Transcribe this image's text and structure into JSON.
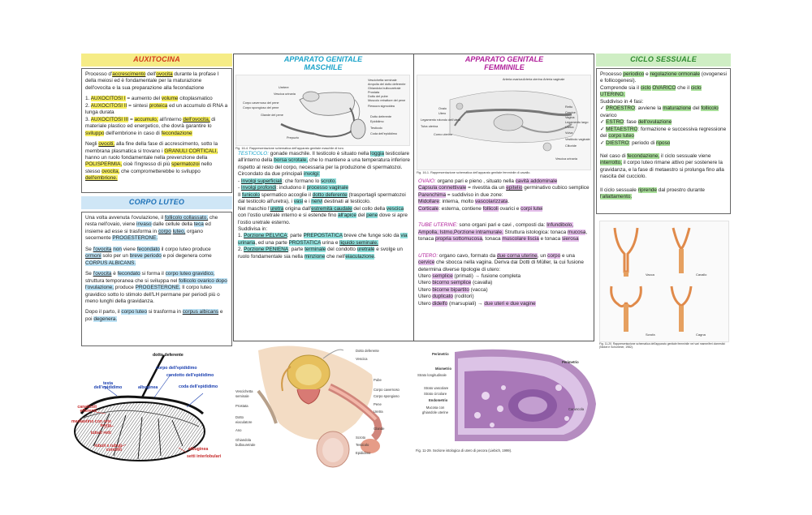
{
  "auxitocina": {
    "title": "AUXITOCINA",
    "p1": [
      [
        "Processo d'",
        ""
      ],
      [
        "accrescimento",
        "y u"
      ],
      [
        " dell'",
        ""
      ],
      [
        "ovocita",
        "y u"
      ],
      [
        " durante la profase I della meiosi ed è fondamentale per la maturazione dell'ovocita e la sua preparazione alla fecondazione",
        ""
      ]
    ],
    "list": [
      [
        [
          "1. ",
          ""
        ],
        [
          "AUXOCITOSI I",
          "y"
        ],
        [
          " = aumento del ",
          ""
        ],
        [
          "volume",
          "y"
        ],
        [
          " citoplasmatico",
          ""
        ]
      ],
      [
        [
          "2. ",
          ""
        ],
        [
          "AUXOCITOSI II",
          "y"
        ],
        [
          " = sintesi ",
          ""
        ],
        [
          "proteica",
          "y"
        ],
        [
          " ed un accumulo di RNA a lunga durata",
          ""
        ]
      ],
      [
        [
          "3. ",
          ""
        ],
        [
          "AUXOCITOSI III",
          "y"
        ],
        [
          " = ",
          ""
        ],
        [
          "accumulo,",
          "y"
        ],
        [
          " all'interno ",
          ""
        ],
        [
          "dell'ovocita,",
          "y u"
        ],
        [
          " di materiale plastico ed energetico, che dovrà garantire lo ",
          ""
        ],
        [
          "sviluppo",
          "y"
        ],
        [
          " dell'embrione in caso di ",
          ""
        ],
        [
          "fecondazione",
          "y"
        ]
      ]
    ],
    "p2": [
      [
        "Negli ",
        ""
      ],
      [
        "ovociti,",
        "y u"
      ],
      [
        " alla fine della fase di accrescimento, sotto la membrana plasmatica si trovano i ",
        ""
      ],
      [
        "GRANULI CORTICALI,",
        "y"
      ],
      [
        " hanno un ruolo fondamentale nella prevenzione della ",
        ""
      ],
      [
        "POLISPERMIA,",
        "y"
      ],
      [
        " cioè l'ingresso di più ",
        ""
      ],
      [
        "spermatozoi",
        "y"
      ],
      [
        " nello stesso ",
        ""
      ],
      [
        "ovocita,",
        "y"
      ],
      [
        " che comprometterebbe lo sviluppo ",
        ""
      ],
      [
        "dell'embrione.",
        "y u"
      ]
    ]
  },
  "corpo_luteo": {
    "title": "CORPO LUTEO",
    "p1": [
      [
        "Una volta avvenuta l'ovulazione, il ",
        ""
      ],
      [
        "follicolo collassato,",
        "b u"
      ],
      [
        " che resta nell'ovaio, viene ",
        ""
      ],
      [
        "invaso",
        "b"
      ],
      [
        " dalle cellule della ",
        ""
      ],
      [
        "teca",
        "b"
      ],
      [
        " ed insieme ad esse si trasforma in ",
        ""
      ],
      [
        "corpo",
        "b u"
      ],
      [
        " ",
        ""
      ],
      [
        "luteo,",
        "b u"
      ],
      [
        " organo secernente ",
        ""
      ],
      [
        "PROGESTERONE.",
        "b"
      ]
    ],
    "p2": [
      [
        "Se ",
        ""
      ],
      [
        "l'ovocita",
        "b u"
      ],
      [
        " ",
        ""
      ],
      [
        "non",
        "b"
      ],
      [
        " viene ",
        ""
      ],
      [
        "fecondato",
        "b"
      ],
      [
        " il corpo luteo produce ",
        ""
      ],
      [
        "ormoni",
        "b u"
      ],
      [
        " solo per un ",
        ""
      ],
      [
        "breve periodo",
        "b"
      ],
      [
        " e poi degenera come ",
        ""
      ],
      [
        "CORPUS ALBICANS.",
        "b"
      ]
    ],
    "p3": [
      [
        "Se ",
        ""
      ],
      [
        "l'ovocita",
        "b u"
      ],
      [
        " è ",
        ""
      ],
      [
        "fecondato",
        "b"
      ],
      [
        " si forma il ",
        ""
      ],
      [
        "corpo luteo gravidico,",
        "b"
      ],
      [
        " struttura temporanea che si sviluppa nel ",
        ""
      ],
      [
        "follicolo ovarico dopo l'ovulazione,",
        "b"
      ],
      [
        " produce ",
        ""
      ],
      [
        "PROGESTERONE.",
        "b"
      ],
      [
        " Il corpo luteo gravidico sotto lo stimolo dell'LH permane per periodi più o meno lunghi della gravidanza.",
        ""
      ]
    ],
    "p4": [
      [
        "Dopo il parto, il ",
        ""
      ],
      [
        "corpo luteo",
        "b"
      ],
      [
        " si trasforma in ",
        ""
      ],
      [
        "corpus albicans",
        "b u"
      ],
      [
        " e poi ",
        ""
      ],
      [
        "degenera.",
        "b"
      ]
    ]
  },
  "maschile": {
    "title_1": "APPARATO GENITALE",
    "title_2": "MASCHILE",
    "caption": "Fig. 16-4. Rappresentazione schematica dell'apparato genitale maschile di toro.",
    "labels": [
      "Vescichetta seminale",
      "Ampolla del dotto deferente",
      "Ghiandola bulbouretrale",
      "Prostata",
      "Dotto del pube",
      "Muscolo retrattore del pene",
      "Flessura sigmoidea",
      "Dotto deferente",
      "Epididimo",
      "Testicolo",
      "Coda dell'epididimo",
      "Uretere",
      "Vescica urinaria",
      "Corpo cavernoso del pene",
      "Corpo spongioso del pene",
      "Glande del pene",
      "Prepuzio"
    ],
    "testicolo": [
      [
        "TESTICOLO:",
        "cyan"
      ],
      [
        " gonade maschile. Il testicolo è situato nella ",
        ""
      ],
      [
        "loggia",
        "t"
      ],
      [
        " testicolare all'interno della ",
        ""
      ],
      [
        "borsa scrotale,",
        "t"
      ],
      [
        " che lo mantiene a una temperatura inferiore rispetto al resto del corpo, necessaria per la produzione di spermatozoi.",
        ""
      ]
    ],
    "involgi": [
      [
        "Circondato da due principali ",
        ""
      ],
      [
        "involgi:",
        "t"
      ]
    ],
    "inv1": [
      [
        "- ",
        ""
      ],
      [
        "Involgi superficiali",
        "t u"
      ],
      [
        ": che formano lo ",
        ""
      ],
      [
        "scroto.",
        "t"
      ]
    ],
    "inv2": [
      [
        "- ",
        ""
      ],
      [
        "Involgi profondi",
        "t u"
      ],
      [
        ": includono il ",
        ""
      ],
      [
        "processo vaginale",
        "t"
      ]
    ],
    "funicolo": [
      [
        "Il ",
        ""
      ],
      [
        "funicolo",
        "t u"
      ],
      [
        " spermatico accoglie il ",
        ""
      ],
      [
        "dotto deferente",
        "t u"
      ],
      [
        " (trasportagli spermatozoi dal testicolo all'uretra), i ",
        ""
      ],
      [
        "vasi",
        "t"
      ],
      [
        " e i ",
        ""
      ],
      [
        "nervi",
        "t"
      ],
      [
        " destinati al testicolo.",
        ""
      ]
    ],
    "uretra": [
      [
        "Nel maschio l'",
        ""
      ],
      [
        "uretra",
        "t u"
      ],
      [
        " origina dall'",
        ""
      ],
      [
        "estremità caudale",
        "t u"
      ],
      [
        " del collo della ",
        ""
      ],
      [
        "vescica",
        "t"
      ],
      [
        " con l'ostio uretrale interno e si estende fino ",
        ""
      ],
      [
        "all'apice",
        "t"
      ],
      [
        " del ",
        ""
      ],
      [
        "pene",
        "t"
      ],
      [
        " dove si apre l'ostio uretrale esterno.",
        ""
      ]
    ],
    "sudd": [
      [
        "Suddivisa in:",
        ""
      ]
    ],
    "pelvica": [
      [
        "1. ",
        ""
      ],
      [
        "Porzione PELVICA",
        "t u"
      ],
      [
        ": parte ",
        ""
      ],
      [
        "PREPOSTATICA",
        "t"
      ],
      [
        " breve che funge solo da ",
        ""
      ],
      [
        "via urinaria",
        "t"
      ],
      [
        ", ed una parte ",
        ""
      ],
      [
        "PROSTATICA",
        "t"
      ],
      [
        " urina e ",
        ""
      ],
      [
        "liquido seminale.",
        "t u"
      ]
    ],
    "peniena": [
      [
        "2. ",
        ""
      ],
      [
        "Porzione PENIENA",
        "t u"
      ],
      [
        ": parte ",
        ""
      ],
      [
        "terminale",
        "t"
      ],
      [
        " del condotto ",
        ""
      ],
      [
        "uretrale",
        "t"
      ],
      [
        " e svolge un ruolo fondamentale sia nella ",
        ""
      ],
      [
        "minzione",
        "t"
      ],
      [
        " che nell'",
        ""
      ],
      [
        "eiaculazione",
        "t"
      ],
      [
        ".",
        ""
      ]
    ]
  },
  "femminile": {
    "title_1": "APPARATO GENITALE",
    "title_2": "FEMMINILE",
    "caption": "Fig. 16-1. Rappresentazione schematica dell'apparato genitale femminile di cavallo.",
    "labels": [
      "Arteria ovarica",
      "Arteria uterina",
      "Arteria vaginale",
      "Cervice",
      "Vagina",
      "Vulva",
      "Ovaio",
      "Utero",
      "Legamento largo",
      "Vescica urinaria",
      "Uretra",
      "Retto",
      "Vestibolo vaginale",
      "Clitoride",
      "Legamento rotondo dell'utero",
      "Tuba uterina",
      "Corno uterino"
    ],
    "ovaio": [
      [
        "OVAIO:",
        "mag"
      ],
      [
        " organo pari e pieno , situato nella ",
        ""
      ],
      [
        "cavità addominale",
        "p"
      ]
    ],
    "capsula": [
      [
        "Capsula connettivale",
        "p"
      ],
      [
        " = rivestita da un ",
        ""
      ],
      [
        "epitelio",
        "p u"
      ],
      [
        " germinativo cubico semplice",
        ""
      ]
    ],
    "parenchima": [
      [
        "Parenchima",
        "p"
      ],
      [
        " = suddiviso in due zone:",
        ""
      ]
    ],
    "midollare": [
      [
        "Midollare",
        "p"
      ],
      [
        ": interna, molto ",
        ""
      ],
      [
        "vascolarizzata",
        "p"
      ],
      [
        ".",
        ""
      ]
    ],
    "corticale": [
      [
        "Corticale",
        "p"
      ],
      [
        ": esterna, contiene ",
        ""
      ],
      [
        "follicoli",
        "p"
      ],
      [
        " ovarici e ",
        ""
      ],
      [
        "corpi lutei",
        "p"
      ]
    ],
    "tube": [
      [
        "TUBE UTERINE:",
        "mag"
      ],
      [
        " sono organi pari e cavi , composti da: ",
        ""
      ],
      [
        "Infundibolo, Ampolla, Istmo,Porzione intramurale.",
        "p"
      ],
      [
        " Struttura istologica: tonaca ",
        ""
      ],
      [
        "mucosa",
        "p"
      ],
      [
        ", tonaca ",
        ""
      ],
      [
        "propria sottomucosa",
        "p"
      ],
      [
        ", tonaca ",
        ""
      ],
      [
        "muscolare liscia",
        "p"
      ],
      [
        " e tonaca ",
        ""
      ],
      [
        "sierosa",
        "p"
      ]
    ],
    "utero": [
      [
        "UTERO:",
        "mag"
      ],
      [
        " organo cavo, formato da ",
        ""
      ],
      [
        "due corna uterine",
        "p u"
      ],
      [
        ", un ",
        ""
      ],
      [
        "corpo",
        "p"
      ],
      [
        " e una ",
        ""
      ],
      [
        "cervice",
        "p"
      ],
      [
        " che sbocca nella vagina. Deriva dai Dotti di Müller, la cui fusione determina diverse tipologie di utero:",
        ""
      ]
    ],
    "types": [
      [
        [
          "Utero ",
          ""
        ],
        [
          "semplice",
          "p"
        ],
        [
          " (primati) → fusione completa",
          ""
        ]
      ],
      [
        [
          "Utero ",
          ""
        ],
        [
          "bicorno semplice",
          "p"
        ],
        [
          " (cavalla)",
          ""
        ]
      ],
      [
        [
          "Utero ",
          ""
        ],
        [
          "bicorne bipartito",
          "p"
        ],
        [
          " (vacca)",
          ""
        ]
      ],
      [
        [
          "Utero ",
          ""
        ],
        [
          "duplicato",
          "p"
        ],
        [
          " (roditori)",
          ""
        ]
      ],
      [
        [
          "Utero ",
          ""
        ],
        [
          "didelfo",
          "p"
        ],
        [
          " (marsupiali) → ",
          ""
        ],
        [
          "due uteri e due vagine",
          "p"
        ]
      ]
    ]
  },
  "ciclo": {
    "title": "CICLO SESSUALE",
    "p1": [
      [
        "Processo ",
        ""
      ],
      [
        "periodico",
        "g"
      ],
      [
        " e ",
        ""
      ],
      [
        "regolazione ormonale",
        "g"
      ],
      [
        " (ovogenesi e follicogenesi).",
        ""
      ]
    ],
    "p2": [
      [
        "Comprende sia il ",
        ""
      ],
      [
        "ciclo",
        "g"
      ],
      [
        " ",
        ""
      ],
      [
        "OVARICO",
        "g"
      ],
      [
        " che il ",
        ""
      ],
      [
        "ciclo UTERINO.",
        "g"
      ]
    ],
    "p3": [
      [
        "Suddiviso in 4 fasi:",
        ""
      ]
    ],
    "f1": [
      [
        "✓ ",
        ""
      ],
      [
        "PROESTRO",
        "g"
      ],
      [
        ": avviene la ",
        ""
      ],
      [
        "maturazione",
        "g"
      ],
      [
        " del ",
        ""
      ],
      [
        "follicolo",
        "g"
      ],
      [
        " ovarico",
        ""
      ]
    ],
    "f2": [
      [
        "✓ ",
        ""
      ],
      [
        "ESTRO",
        "g"
      ],
      [
        ": fase ",
        ""
      ],
      [
        "dell'ovulazione",
        "g"
      ]
    ],
    "f3": [
      [
        "✓ ",
        ""
      ],
      [
        "METAESTRO",
        "g"
      ],
      [
        ": formazione e successiva regressione del ",
        ""
      ],
      [
        "corpo luteo",
        "g"
      ]
    ],
    "f4": [
      [
        "✓ ",
        ""
      ],
      [
        "DIESTRO",
        "g"
      ],
      [
        ": periodo di ",
        ""
      ],
      [
        "riposo",
        "g"
      ]
    ],
    "p4": [
      [
        "Nel caso di ",
        ""
      ],
      [
        "fecondazione,",
        "g"
      ],
      [
        " il ciclo sessuale viene ",
        ""
      ],
      [
        "interrotto,",
        "g"
      ],
      [
        " il corpo luteo rimane attivo per sostenere la gravidanza, e la fase di metaestro si prolunga fino alla nascita del cucciolo.",
        ""
      ]
    ],
    "p5": [
      [
        "Il ciclo sessuale ",
        ""
      ],
      [
        "riprende",
        "g"
      ],
      [
        " dal proestro durante ",
        ""
      ],
      [
        "l'allattamento.",
        "g"
      ]
    ],
    "caption": "Fig. 11-20. Rappresentazione schematica dell'apparato genitale femminile nei vari mammiferi domestici (Nickel e Schummer, 1982).",
    "species": [
      "Vacca",
      "Cavallo",
      "Scrofa",
      "Cagna"
    ]
  },
  "testis_diagram": {
    "dotto_deferente": "dotto deferente",
    "corpo": "corpo dell'epididimo",
    "condotto": "condotto dell'epididimo",
    "testa": "testa dell'epididimo",
    "albuginea_top": "albuginea",
    "coda": "coda dell'epididimo",
    "canalicoli": "canalicoli efferenti",
    "mediastino": "mediastino con rete testis",
    "tubuli_retti": "tubuli retti",
    "lobuli": "lobuli e tubuli contorti",
    "albuginea": "albuginea",
    "setti": "setti interlobulari"
  },
  "male_section": {
    "labels_right": [
      "Dotto deferente",
      "Vescica",
      "Pube",
      "Corpo cavernoso",
      "Corpo spongioso",
      "Pene",
      "Uretra",
      "Glande",
      "Scroto",
      "Testicolo",
      "Epididimo"
    ],
    "labels_left": [
      "Vescichetta seminale",
      "Prostata",
      "Dotto eiaculatore",
      "Ano",
      "Ghiandola bulbouretrale"
    ]
  },
  "histo": {
    "labels_left": [
      "Perimetrio",
      "Miometrio",
      "Strato longitudinale",
      "Strato vascolare",
      "Strato circolare",
      "Endometrio",
      "Mucosa con ghiandole uterine"
    ],
    "labels_right": [
      "Perimetrio",
      "Caruncola"
    ],
    "caption": "Fig. 11-29. Sezione istologica di utero di pecora (Liebich, 1999)."
  }
}
